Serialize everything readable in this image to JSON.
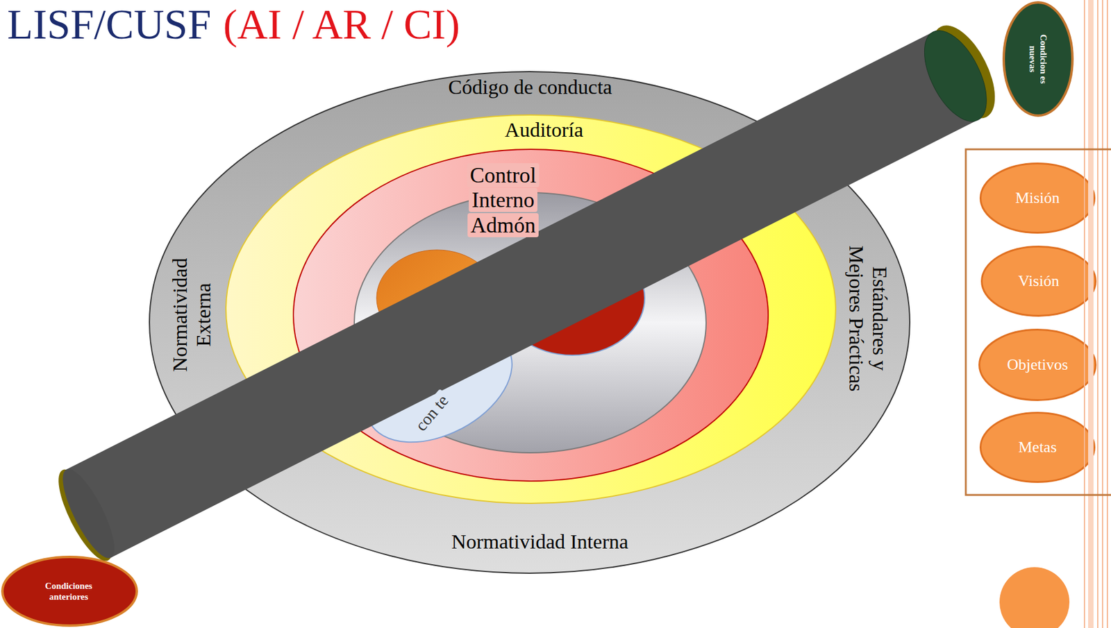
{
  "diagram": {
    "title": "LISF/CUSF",
    "nodes": [
      {
        "text": [
          "Código de conducta",
          "Normatividad Externa",
          "Estándares y Mejores Prácticas",
          "Normatividad Interna"
        ]
      },
      {
        "text": [
          "Auditoría"
        ],
        "in": 0
      },
      {
        "text": [
          "Control Interno Admón"
        ],
        "in": 1
      },
      {
        "text": [
          "con te"
        ],
        "in": 2
      },
      {
        "text": [
          "Condicion es nuevas"
        ]
      },
      {
        "text": [
          "Misión"
        ]
      },
      {
        "text": [
          "Visión"
        ]
      },
      {
        "text": [
          "Objetivos"
        ]
      },
      {
        "text": [
          "Metas"
        ]
      },
      {
        "text": [
          "Condiciones anteriores"
        ]
      }
    ],
    "labels": [
      "(AI / AR / CI)"
    ]
  }
}
